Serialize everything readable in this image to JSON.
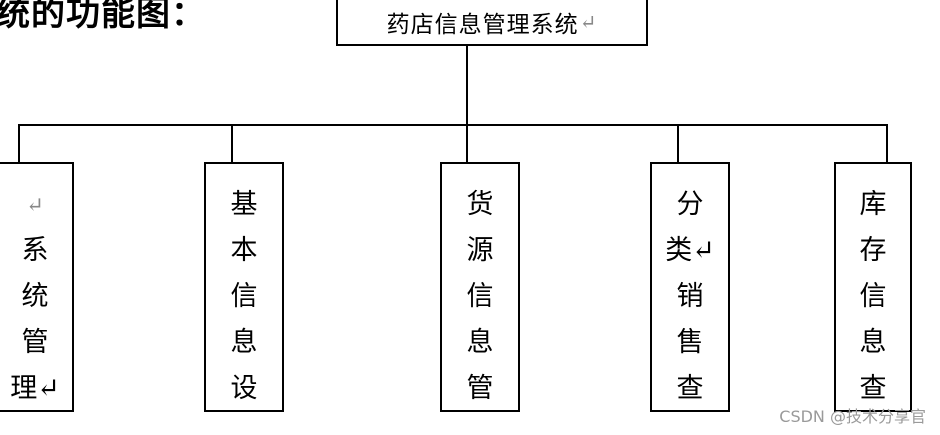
{
  "heading": "统的功能图：",
  "root": {
    "label": "药店信息管理系统",
    "return_mark": "↵"
  },
  "children": [
    {
      "lines": [
        "↵",
        "系",
        "统",
        "管",
        "理↵"
      ]
    },
    {
      "lines": [
        "基",
        "本",
        "信",
        "息",
        "设"
      ]
    },
    {
      "lines": [
        "货",
        "源",
        "信",
        "息",
        "管"
      ]
    },
    {
      "lines": [
        "分",
        "类↵",
        "销",
        "售",
        "查"
      ]
    },
    {
      "lines": [
        "库",
        "存",
        "信",
        "息",
        "查"
      ]
    }
  ],
  "watermark": "CSDN @技术分享官"
}
